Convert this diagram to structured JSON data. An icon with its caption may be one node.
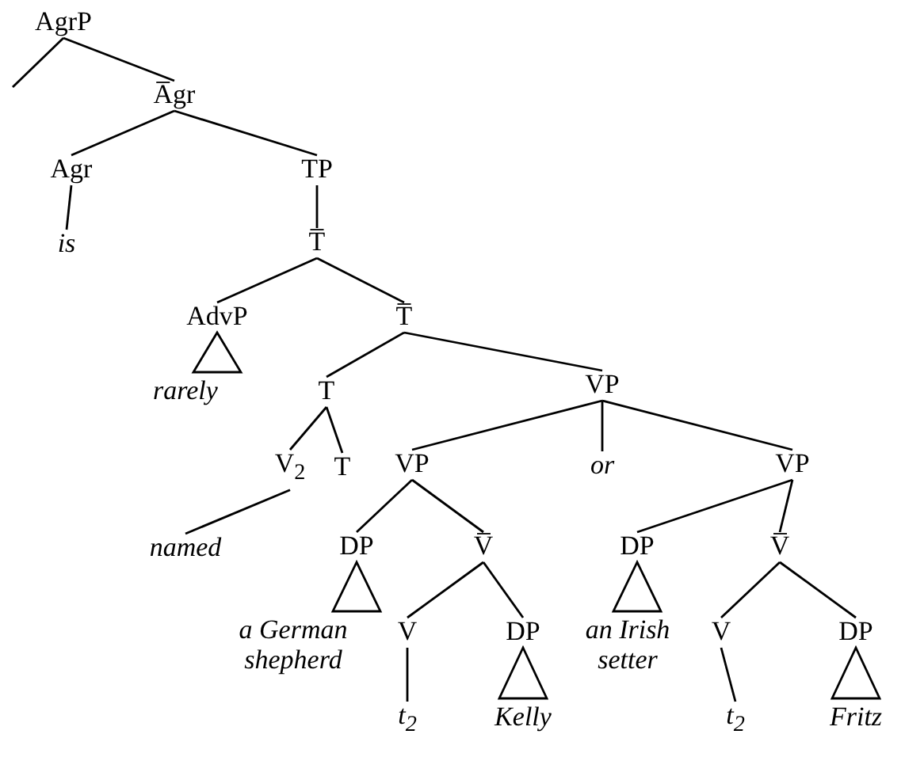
{
  "diagram": {
    "nodes": [
      {
        "text": [
          "AgrP"
        ]
      },
      {
        "text": [
          "A̅gr"
        ]
      },
      {
        "text": [
          "Agr"
        ]
      },
      {
        "text": [
          "TP"
        ]
      },
      {
        "text": [
          "is"
        ]
      },
      {
        "text": [
          "T̅"
        ]
      },
      {
        "text": [
          "AdvP"
        ]
      },
      {
        "text": [
          "T̅"
        ]
      },
      {
        "text": [
          "rarely"
        ]
      },
      {
        "text": [
          "T"
        ]
      },
      {
        "text": [
          "VP"
        ]
      },
      {
        "text": [
          "V$_{2}$"
        ]
      },
      {
        "text": [
          "T"
        ]
      },
      {
        "text": [
          "VP"
        ]
      },
      {
        "text": [
          "or"
        ]
      },
      {
        "text": [
          "VP"
        ]
      },
      {
        "text": [
          "named"
        ]
      },
      {
        "text": [
          "DP"
        ]
      },
      {
        "text": [
          "V̅"
        ]
      },
      {
        "text": [
          "DP"
        ]
      },
      {
        "text": [
          "V̅"
        ]
      },
      {
        "text": [
          "a German shepherd"
        ]
      },
      {
        "text": [
          "V"
        ]
      },
      {
        "text": [
          "DP"
        ]
      },
      {
        "text": [
          "an Irish setter"
        ]
      },
      {
        "text": [
          "V"
        ]
      },
      {
        "text": [
          "DP"
        ]
      },
      {
        "text": [
          "t$_{2}$"
        ]
      },
      {
        "text": [
          "Kelly"
        ]
      },
      {
        "text": [
          "t$_{2}$"
        ]
      },
      {
        "text": [
          "Fritz"
        ]
      }
    ],
    "edges": [
      {
        "from": 0,
        "to": null,
        "arrow": "none"
      },
      {
        "from": 0,
        "to": 1,
        "arrow": "none"
      },
      {
        "from": 1,
        "to": 2,
        "arrow": "none"
      },
      {
        "from": 1,
        "to": 3,
        "arrow": "none"
      },
      {
        "from": 2,
        "to": 4,
        "arrow": "none"
      },
      {
        "from": 3,
        "to": 5,
        "arrow": "none"
      },
      {
        "from": 5,
        "to": 6,
        "arrow": "none"
      },
      {
        "from": 5,
        "to": 7,
        "arrow": "none"
      },
      {
        "from": 6,
        "to": 8,
        "arrow": "none"
      },
      {
        "from": 7,
        "to": 9,
        "arrow": "none"
      },
      {
        "from": 7,
        "to": 10,
        "arrow": "none"
      },
      {
        "from": 9,
        "to": 11,
        "arrow": "none"
      },
      {
        "from": 9,
        "to": 12,
        "arrow": "none"
      },
      {
        "from": 10,
        "to": 13,
        "arrow": "none"
      },
      {
        "from": 10,
        "to": 14,
        "arrow": "none"
      },
      {
        "from": 10,
        "to": 15,
        "arrow": "none"
      },
      {
        "from": 11,
        "to": 16,
        "arrow": "none"
      },
      {
        "from": 13,
        "to": 17,
        "arrow": "none"
      },
      {
        "from": 13,
        "to": 18,
        "arrow": "none"
      },
      {
        "from": 15,
        "to": 19,
        "arrow": "none"
      },
      {
        "from": 15,
        "to": 20,
        "arrow": "none"
      },
      {
        "from": 17,
        "to": 21,
        "arrow": "none"
      },
      {
        "from": 18,
        "to": 22,
        "arrow": "none"
      },
      {
        "from": 18,
        "to": 23,
        "arrow": "none"
      },
      {
        "from": 19,
        "to": 24,
        "arrow": "none"
      },
      {
        "from": 20,
        "to": 25,
        "arrow": "none"
      },
      {
        "from": 20,
        "to": 26,
        "arrow": "none"
      },
      {
        "from": 22,
        "to": 27,
        "arrow": "none"
      },
      {
        "from": 23,
        "to": 28,
        "arrow": "none"
      },
      {
        "from": 25,
        "to": 29,
        "arrow": "none"
      },
      {
        "from": 26,
        "to": 30,
        "arrow": "none"
      }
    ]
  }
}
